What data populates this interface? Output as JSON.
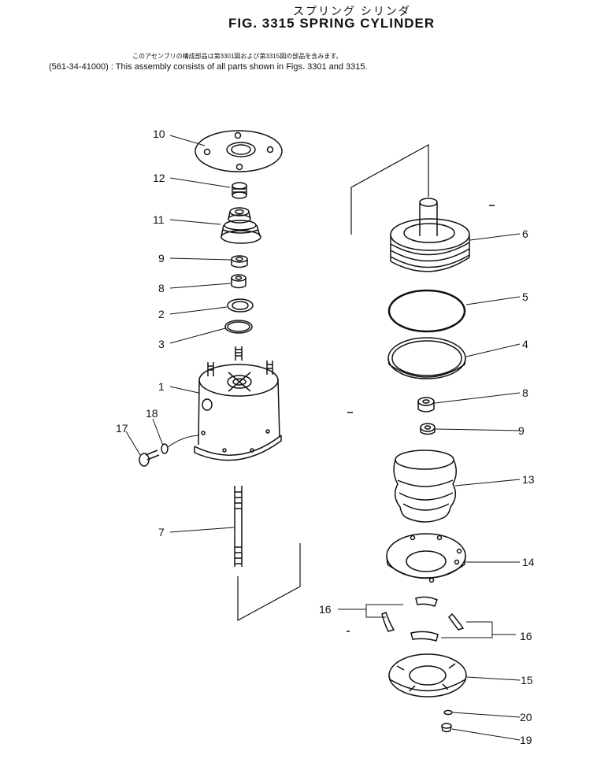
{
  "header": {
    "jp_title": "スプリング シリンダ",
    "fig_title": "FIG. 3315  SPRING CYLINDER",
    "jp_note": "このアセンブリの構成部品は第3301図および第3315図の部品を含みます。",
    "en_note": "(561-34-41000) : This assembly consists of all parts shown in Figs. 3301 and 3315."
  },
  "callouts": [
    "10",
    "12",
    "11",
    "9",
    "8",
    "2",
    "3",
    "1",
    "18",
    "17",
    "7",
    "6",
    "5",
    "4",
    "8",
    "9",
    "13",
    "14",
    "16",
    "16",
    "15",
    "20",
    "19"
  ]
}
